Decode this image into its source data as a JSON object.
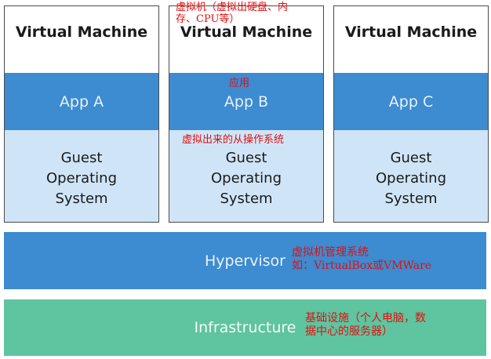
{
  "vms": [
    {
      "title": "Virtual Machine",
      "app": "App A",
      "os_line1": "Guest",
      "os_line2": "Operating",
      "os_line3": "System"
    },
    {
      "title": "Virtual Machine",
      "app": "App B",
      "os_line1": "Guest",
      "os_line2": "Operating",
      "os_line3": "System"
    },
    {
      "title": "Virtual Machine",
      "app": "App C",
      "os_line1": "Guest",
      "os_line2": "Operating",
      "os_line3": "System"
    }
  ],
  "hypervisor": {
    "label": "Hypervisor"
  },
  "infrastructure": {
    "label": "Infrastructure"
  },
  "annotations": {
    "vm_line1": "虚拟机（虚拟出硬盘、内",
    "vm_line2": "存、CPU等）",
    "app": "应用",
    "guest_os": "虚拟出来的从操作系统",
    "hypervisor_line1": "虚拟机管理系统",
    "hypervisor_line2": "如：VirtualBox或VMWare",
    "infra_line1": "基础设施（个人电脑，数",
    "infra_line2": "据中心的服务器）"
  }
}
